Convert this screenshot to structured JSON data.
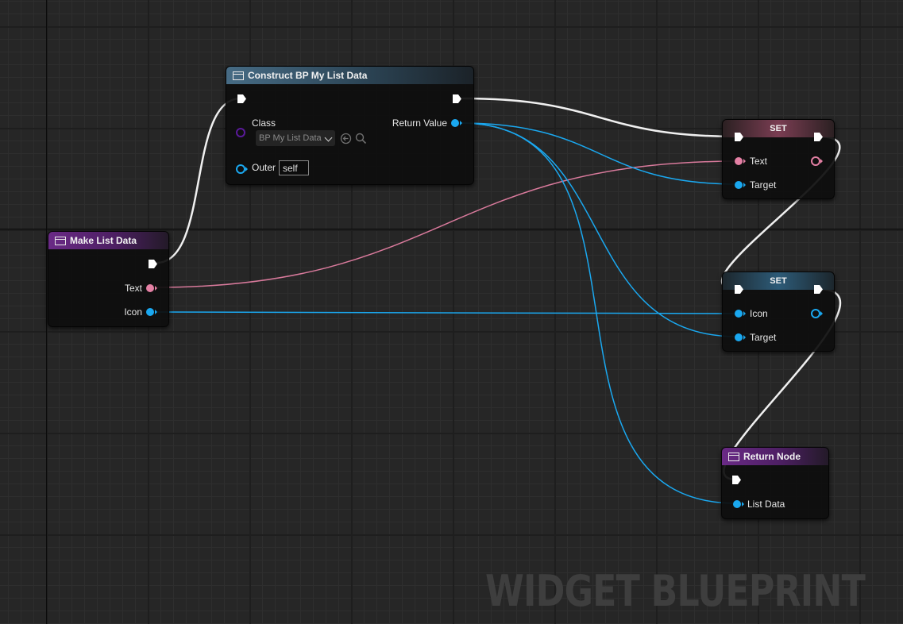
{
  "watermark": "WIDGET BLUEPRINT",
  "icons": {
    "node": "function-node-icon",
    "exec": "exec-pin-icon",
    "data": "data-pin-icon",
    "browse": "browse-arrow-icon",
    "search": "search-icon",
    "dropdown": "chevron-down-icon"
  },
  "colors": {
    "exec": "#ffffff",
    "object": "#1aa8f0",
    "text": "#e480a4",
    "class": "#5a1a9a"
  },
  "nodes": {
    "construct": {
      "title": "Construct BP My List Data",
      "class_label": "Class",
      "class_value": "BP My List Data",
      "outer_label": "Outer",
      "outer_value": "self",
      "return_label": "Return Value"
    },
    "make_list_data": {
      "title": "Make List Data",
      "text_label": "Text",
      "icon_label": "Icon"
    },
    "set_text": {
      "title": "SET",
      "input_label": "Text",
      "target_label": "Target"
    },
    "set_icon": {
      "title": "SET",
      "input_label": "Icon",
      "target_label": "Target"
    },
    "return_node": {
      "title": "Return Node",
      "list_data_label": "List Data"
    }
  }
}
